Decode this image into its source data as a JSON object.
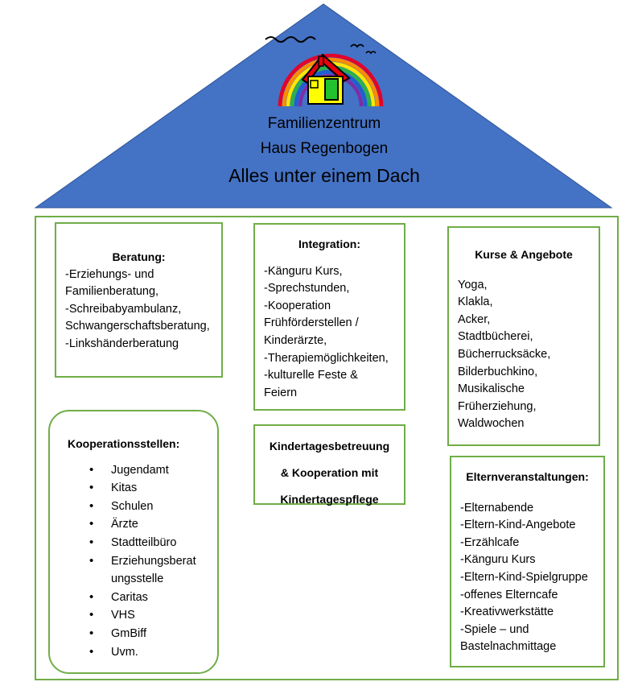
{
  "roof": {
    "line1": "Familienzentrum",
    "line2": "Haus Regenbogen",
    "line3": "Alles unter einem Dach",
    "roof_color": "#4472c4",
    "frame_color": "#70ad47"
  },
  "logo": {
    "house_color": "#ffff00",
    "roof_color": "#e8000d",
    "door_color": "#22c22e",
    "rainbow_colors": [
      "#e4002b",
      "#ff8c00",
      "#ffe600",
      "#2ab24a",
      "#1f5fd1",
      "#7a2ea8"
    ]
  },
  "boxes": {
    "beratung": {
      "title": "Beratung:",
      "items": [
        "-Erziehungs- und",
        "Familienberatung,",
        "-Schreibabyambulanz,",
        "Schwangerschaftsberatung,",
        "-Linkshänderberatung"
      ]
    },
    "integration": {
      "title": "Integration:",
      "items": [
        "-Känguru Kurs,",
        "-Sprechstunden,",
        "-Kooperation",
        "Frühförderstellen /",
        "Kinderärzte,",
        "-Therapiemöglichkeiten,",
        "-kulturelle Feste &",
        "Feiern"
      ]
    },
    "kurse": {
      "title": "Kurse & Angebote",
      "items": [
        "Yoga,",
        "Klakla,",
        "Acker,",
        "Stadtbücherei,",
        "Bücherrucksäcke,",
        "Bilderbuchkino,",
        "Musikalische",
        "Früherziehung,",
        "Waldwochen"
      ]
    },
    "kita": {
      "lines": [
        "Kindertagesbetreuung",
        "& Kooperation mit",
        "Kindertagespflege"
      ]
    },
    "eltern": {
      "title": "Elternveranstaltungen:",
      "items": [
        "-Elternabende",
        "-Eltern-Kind-Angebote",
        "-Erzählcafe",
        "-Känguru Kurs",
        "-Eltern-Kind-Spielgruppe",
        "-offenes Elterncafe",
        "-Kreativwerkstätte",
        "-Spiele – und",
        "Bastelnachmittage"
      ]
    },
    "koop": {
      "title": "Kooperationsstellen:",
      "items": [
        "Jugendamt",
        "Kitas",
        "Schulen",
        "Ärzte",
        "Stadtteilbüro",
        "Erziehungsberat",
        "ungsstelle",
        "Caritas",
        "VHS",
        "GmBiff",
        "Uvm."
      ]
    }
  }
}
